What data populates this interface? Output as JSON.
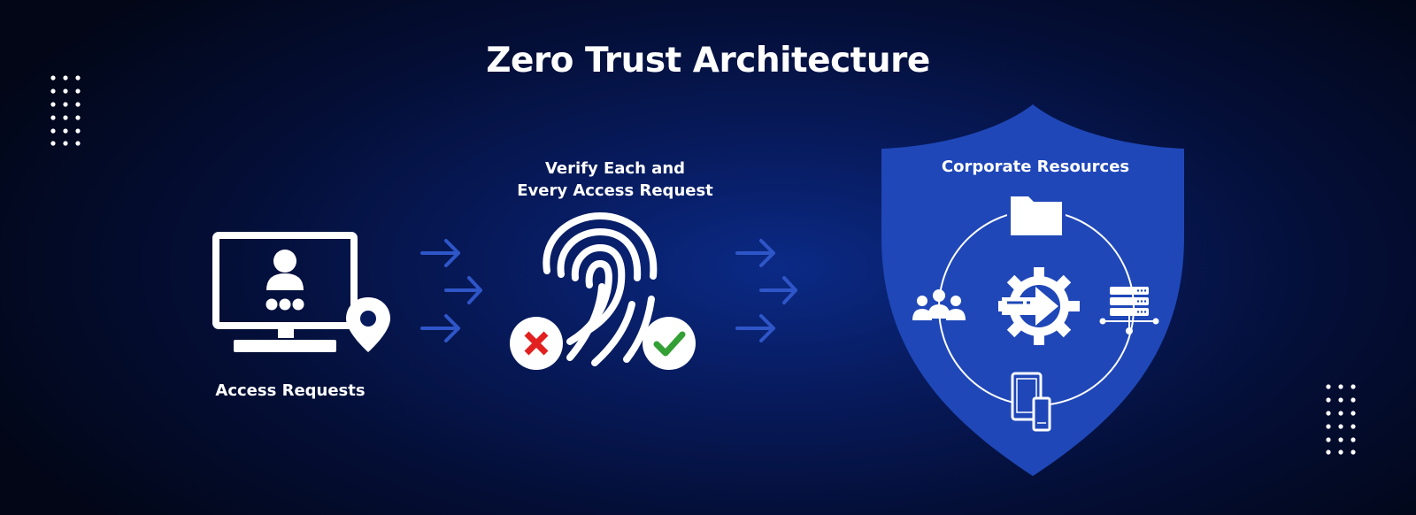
{
  "diagram": {
    "title": "Zero Trust Architecture",
    "nodes": {
      "access_requests": {
        "label": "Access Requests",
        "icon": "monitor-user-location-icon"
      },
      "verify": {
        "label_line1": "Verify Each and",
        "label_line2": "Every Access Request",
        "icon": "fingerprint-icon",
        "status_icons": [
          "deny-x-icon",
          "approve-check-icon"
        ]
      },
      "corporate_resources": {
        "label": "Corporate Resources",
        "icon": "shield-icon",
        "resource_icons": [
          "folder-icon",
          "users-group-icon",
          "gear-arrow-icon",
          "server-network-icon",
          "devices-icon"
        ]
      }
    },
    "colors": {
      "background": "#040f38",
      "shield": "#1f47b8",
      "arrows": "#2f56c8",
      "deny": "#e32020",
      "approve": "#33a035",
      "icon": "#ffffff"
    }
  }
}
